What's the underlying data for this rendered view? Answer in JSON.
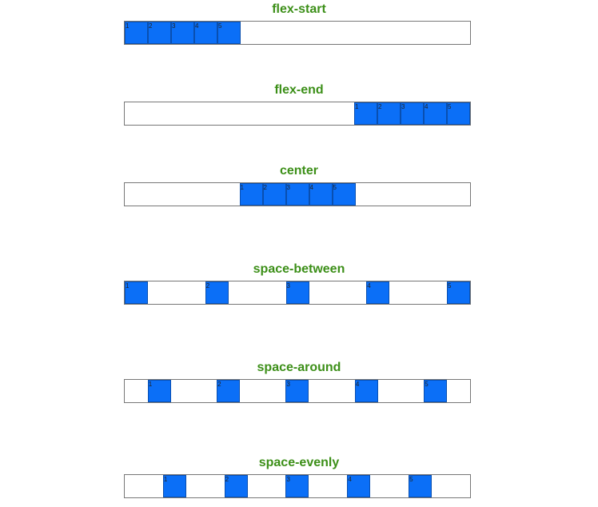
{
  "accent_color": "#3c8f18",
  "item_color": "#0b6ff7",
  "demos": [
    {
      "title": "flex-start",
      "items": [
        "1",
        "2",
        "3",
        "4",
        "5"
      ]
    },
    {
      "title": "flex-end",
      "items": [
        "1",
        "2",
        "3",
        "4",
        "5"
      ]
    },
    {
      "title": "center",
      "items": [
        "1",
        "2",
        "3",
        "4",
        "5"
      ]
    },
    {
      "title": "space-between",
      "items": [
        "1",
        "2",
        "3",
        "4",
        "5"
      ]
    },
    {
      "title": "space-around",
      "items": [
        "1",
        "2",
        "3",
        "4",
        "5"
      ]
    },
    {
      "title": "space-evenly",
      "items": [
        "1",
        "2",
        "3",
        "4",
        "5"
      ]
    }
  ]
}
